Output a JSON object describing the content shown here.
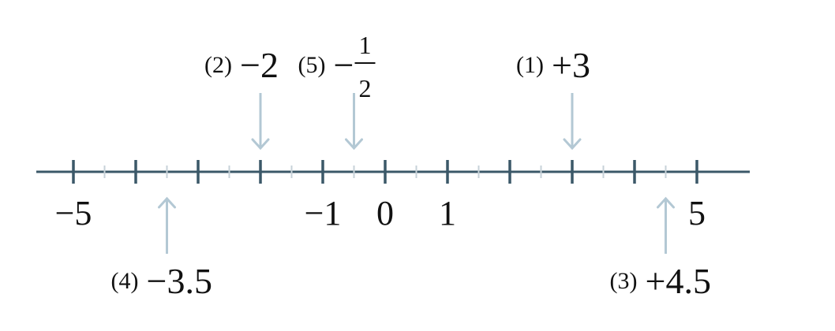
{
  "number_line": {
    "min": -5,
    "max": 5,
    "major_step": 1,
    "minor_step": 0.5,
    "tick_labels": [
      {
        "value": -5,
        "text": "−5"
      },
      {
        "value": -1,
        "text": "−1"
      },
      {
        "value": 0,
        "text": "0"
      },
      {
        "value": 1,
        "text": "1"
      },
      {
        "value": 5,
        "text": "5"
      }
    ]
  },
  "points": [
    {
      "index": "(1)",
      "value": 3,
      "text": "+3",
      "side": "above"
    },
    {
      "index": "(2)",
      "value": -2,
      "text": "−2",
      "side": "above"
    },
    {
      "index": "(3)",
      "value": 4.5,
      "text": "+4.5",
      "side": "below"
    },
    {
      "index": "(4)",
      "value": -3.5,
      "text": "−3.5",
      "side": "below"
    },
    {
      "index": "(5)",
      "value": -0.5,
      "text": "−",
      "side": "above",
      "fraction": {
        "numerator": "1",
        "denominator": "2"
      }
    }
  ],
  "colors": {
    "axis": "#3b5868",
    "minor_tick": "#c7d2d8",
    "arrow": "#b3c8d4",
    "text": "#111111"
  }
}
